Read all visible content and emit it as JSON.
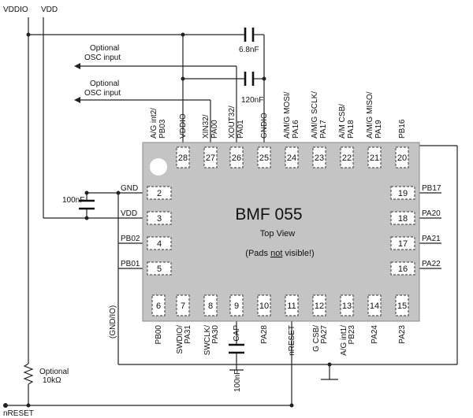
{
  "chip": {
    "name": "BMF 055",
    "view": "Top View",
    "note_prefix": "(Pads ",
    "note_emph": "not",
    "note_suffix": " visible!)",
    "colors": {
      "body": "#c4c4c4",
      "wire": "#222222"
    }
  },
  "rails": {
    "vddio": "VDDIO",
    "vdd": "VDD",
    "nreset": "nRESET",
    "gnd_io": "(GND/IO)"
  },
  "capacitors": {
    "top1": "6.8nF",
    "top2": "120nF",
    "gnd_vdd": "100nF",
    "cap_pin": "100nF"
  },
  "resistor": {
    "line1": "Optional",
    "line2": "10kΩ"
  },
  "osc": [
    {
      "line1": "Optional",
      "line2": "OSC input"
    },
    {
      "line1": "Optional",
      "line2": "OSC input"
    }
  ],
  "pins": {
    "top": [
      {
        "num": "",
        "l1": "A/G int2/",
        "l2": "PB03"
      },
      {
        "num": "28",
        "l1": "VDDIO",
        "l2": ""
      },
      {
        "num": "27",
        "l1": "XIN32/",
        "l2": "PA00"
      },
      {
        "num": "26",
        "l1": "XOUT32/",
        "l2": "PA01"
      },
      {
        "num": "25",
        "l1": "GNDIO",
        "l2": ""
      },
      {
        "num": "24",
        "l1": "A/M/G MOSI/",
        "l2": "PA16"
      },
      {
        "num": "23",
        "l1": "A/M/G SCLK/",
        "l2": "PA17"
      },
      {
        "num": "22",
        "l1": "A/M CSB/",
        "l2": "PA18"
      },
      {
        "num": "21",
        "l1": "A/M/G MISO/",
        "l2": "PA19"
      },
      {
        "num": "20",
        "l1": "PB16",
        "l2": ""
      }
    ],
    "left": [
      {
        "num": "2",
        "label": "GND"
      },
      {
        "num": "3",
        "label": "VDD"
      },
      {
        "num": "4",
        "label": "PB02"
      },
      {
        "num": "5",
        "label": "PB01"
      }
    ],
    "right": [
      {
        "num": "19",
        "label": "PB17"
      },
      {
        "num": "18",
        "label": "PA20"
      },
      {
        "num": "17",
        "label": "PA21"
      },
      {
        "num": "16",
        "label": "PA22"
      }
    ],
    "bottom": [
      {
        "num": "6",
        "l1": "PB00",
        "l2": ""
      },
      {
        "num": "7",
        "l1": "SWDIO/",
        "l2": "PA31"
      },
      {
        "num": "8",
        "l1": "SWCLK/",
        "l2": "PA30"
      },
      {
        "num": "9",
        "l1": "CAP",
        "l2": ""
      },
      {
        "num": "10",
        "l1": "PA28",
        "l2": ""
      },
      {
        "num": "11",
        "l1": "nRESET",
        "l2": ""
      },
      {
        "num": "12",
        "l1": "G CSB/",
        "l2": "PA27"
      },
      {
        "num": "13",
        "l1": "A/G int1/",
        "l2": "PB23"
      },
      {
        "num": "14",
        "l1": "PA24",
        "l2": ""
      },
      {
        "num": "15",
        "l1": "PA23",
        "l2": ""
      }
    ]
  }
}
